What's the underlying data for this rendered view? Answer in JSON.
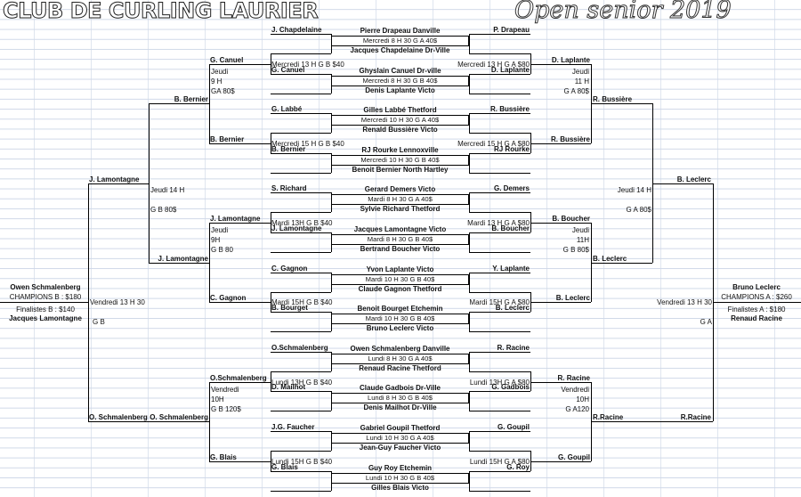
{
  "header": {
    "club": "CLUB DE CURLING LAURIER",
    "event": "Open senior 2019"
  },
  "r1_left": [
    "J. Chapdelaine",
    "G. Canuel",
    "G. Labbé",
    "B. Bernier",
    "S. Richard",
    "J. Lamontagne",
    "C. Gagnon",
    "B. Bourget",
    "O.Schmalenberg",
    "D. Mailhot",
    "J.G. Faucher",
    "G. Blais"
  ],
  "r1_right": [
    "P. Drapeau",
    "D. Laplante",
    "R. Bussière",
    "RJ Rourke",
    "G. Demers",
    "B. Boucher",
    "Y. Laplante",
    "B. Leclerc",
    "R. Racine",
    "G. Gadbois",
    "G. Goupil",
    "G. Roy"
  ],
  "draws": [
    {
      "top": "Pierre Drapeau Danville",
      "sched": "Mercredi  8 H  30    G  A  40$",
      "bottom": "Jacques Chapdelaine Dr-Ville"
    },
    {
      "top": "Ghyslain Canuel Dr-ville",
      "sched": "Mercredi  8 H  30     G B    40$",
      "bottom": "Denis Laplante       Victo"
    },
    {
      "top": "Gilles Labbé Thetford",
      "sched": "Mercredi 10 H  30    G A    40$",
      "bottom": "Renald Bussière Victo"
    },
    {
      "top": "RJ Rourke Lennoxville",
      "sched": "Mercredi  10 H  30    G B    40$",
      "bottom": "Benoit Bernier North Hartley"
    },
    {
      "top": "Gerard Demers Victo",
      "sched": "Mardi  8 H 30    G A    40$",
      "bottom": "Sylvie Richard  Thetford"
    },
    {
      "top": "Jacques Lamontagne Victo",
      "sched": "Mardi 8 H 30    G B   40$",
      "bottom": "Bertrand Boucher Victo"
    },
    {
      "top": "Yvon Laplante Victo",
      "sched": "Mardi   10 H 30    G B    40$",
      "bottom": "Claude Gagnon Thetford"
    },
    {
      "top": "Benoit Bourget Etchemin",
      "sched": "Mardi 10 H 30    G B  40$",
      "bottom": "Bruno Leclerc Victo"
    },
    {
      "top": "Owen Schmalenberg Danville",
      "sched": "Lundi   8 H 30     G A    40$",
      "bottom": "Renaud Racine Thetford"
    },
    {
      "top": "Claude Gadbois  Dr-Ville",
      "sched": "Lundi  8 H 30    G B    40$",
      "bottom": "Denis Mailhot Dr-Ville"
    },
    {
      "top": "Gabriel Goupil Thetford",
      "sched": "Lundi 10 H 30     G A    40$",
      "bottom": "Jean-Guy Faucher Victo"
    },
    {
      "top": "Guy Roy Etchemin",
      "sched": "Lundi  10 H 30    G B    40$",
      "bottom": "Gilles Blais Victo"
    }
  ],
  "r2_left": {
    "names": [
      "G. Canuel",
      "B. Bernier",
      "J. Lamontagne",
      "C. Gagnon",
      "O.Schmalenberg",
      "G. Blais"
    ],
    "sched": [
      "Mercredi 13 H G B $40",
      "Mercredi   15 H G B $40",
      "Mardi 13H G B $40",
      "Mardi 15H G B $40",
      "Lundi 13H G B $40",
      "Lundi 15H G B $40"
    ]
  },
  "r2_right": {
    "names": [
      "D. Laplante",
      "R. Bussière",
      "B. Boucher",
      "B. Leclerc",
      "R. Racine",
      "G. Goupil"
    ],
    "sched": [
      "Mercredi 13 H G A $80",
      "Mercredi 15 H G A $80",
      "Mardi 13 H G A $80",
      "Mardi 15H G A $80",
      "Lundi 13H G A $80",
      "Lundi 15H G A $80"
    ]
  },
  "r3_left": {
    "names": [
      "B. Bernier",
      "J. Lamontagne",
      "O. Schmalenberg"
    ],
    "info": [
      [
        "Jeudi",
        "9 H",
        "GA   80$"
      ],
      [
        "Jeudi",
        "9H",
        "G B    80"
      ],
      [
        "Vendredi",
        "10H",
        "G B    120$"
      ]
    ]
  },
  "r3_right": {
    "names": [
      "R. Bussière",
      "B. Leclerc",
      "R.Racine"
    ],
    "info": [
      [
        "Jeudi",
        "11 H",
        "G A   80$"
      ],
      [
        "Jeudi",
        "11H",
        "G B   80$"
      ],
      [
        "Vendredi",
        "10H",
        "G A120"
      ]
    ]
  },
  "r4_left": {
    "names": [
      "J. Lamontagne"
    ],
    "info": [
      "Jeudi 14 H",
      "G B    80$"
    ]
  },
  "r4_right": {
    "names": [
      "B. Leclerc"
    ],
    "info": [
      "Jeudi    14 H",
      "G A    80$"
    ]
  },
  "final_left": {
    "champion": "Owen  Schmalenberg",
    "champ_label": "CHAMPIONS B : $180",
    "finalist_label": "Finalistes B : $140",
    "finalist": "Jacques Lamontagne",
    "sched": "Vendredi   13 H 30",
    "grade": "G B"
  },
  "final_right": {
    "champion": "Bruno Leclerc",
    "champ_label": "CHAMPIONS A : $260",
    "finalist_label": "Finalistes A : $180",
    "finalist": "Renaud Racine",
    "sched": "Vendredi 13 H 30",
    "grade": "G A"
  }
}
